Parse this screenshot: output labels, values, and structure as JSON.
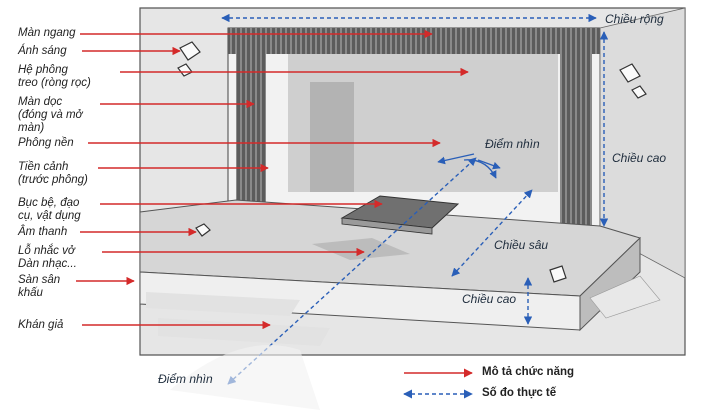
{
  "labels": {
    "man_ngang": "Màn ngang",
    "anh_sang": "Ánh sáng",
    "he_phong_treo": "Hệ phông\ntreo (ròng rọc)",
    "man_doc": "Màn dọc\n(đóng và mở\nmàn)",
    "phong_nen": "Phông nền",
    "tien_canh": "Tiền cảnh\n(trước phông)",
    "buc_be": "Bục bệ, đạo\ncụ, vật dụng",
    "am_thanh": "Âm thanh",
    "lo_nhac_vo": "Lỗ nhắc vở\nDàn nhạc...",
    "san_san_khau": "Sàn sân\nkhấu",
    "khan_gia": "Khán giả"
  },
  "measurements": {
    "chieu_rong": "Chiều rộng",
    "chieu_cao_stage": "Chiều cao",
    "diem_nhin_top": "Điểm nhìn",
    "chieu_sau": "Chiều sâu",
    "chieu_cao_floor": "Chiều cao",
    "diem_nhin_bottom": "Điểm nhìn"
  },
  "legend": {
    "function_desc": "Mô tả chức năng",
    "actual_measure": "Số đo thực tế"
  },
  "colors": {
    "red_line": "#d42a2a",
    "blue_dashed": "#2a5fb8",
    "gray_dark": "#6b6b6b",
    "gray_mid": "#a8a8a8",
    "gray_light": "#d8d8d8"
  }
}
